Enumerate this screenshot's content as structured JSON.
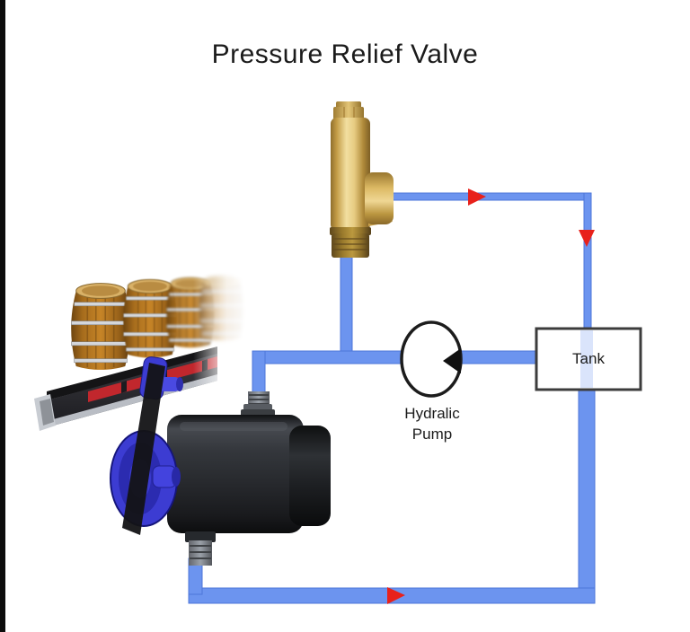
{
  "title": "Pressure Relief Valve",
  "labels": {
    "pump_line1": "Hydralic",
    "pump_line2": "Pump",
    "tank": "Tank"
  },
  "flow_arrows": [
    {
      "location": "valve-outlet-top-line",
      "direction": "right"
    },
    {
      "location": "right-line-into-tank",
      "direction": "down"
    },
    {
      "location": "bottom-return-line",
      "direction": "right"
    }
  ],
  "illustrations": {
    "valve": "brass-pressure-relief-valve",
    "pump_symbol": "hydraulic-pump-circle-symbol",
    "tank": "tank-box",
    "machine": "motor-with-belt-drive",
    "conveyor": "conveyor-with-wooden-barrels"
  },
  "colors": {
    "background": "#ffffff",
    "text": "#1b1b1b",
    "pipe_blue": "#6c94ef",
    "pipe_blue_dark": "#4d76da",
    "arrow_red": "#e8211b",
    "tank_border": "#3c3c3c",
    "pump_outline": "#1c1c1c",
    "conveyor_red": "#c1272d",
    "wheel_blue": "#3c3cd2"
  }
}
